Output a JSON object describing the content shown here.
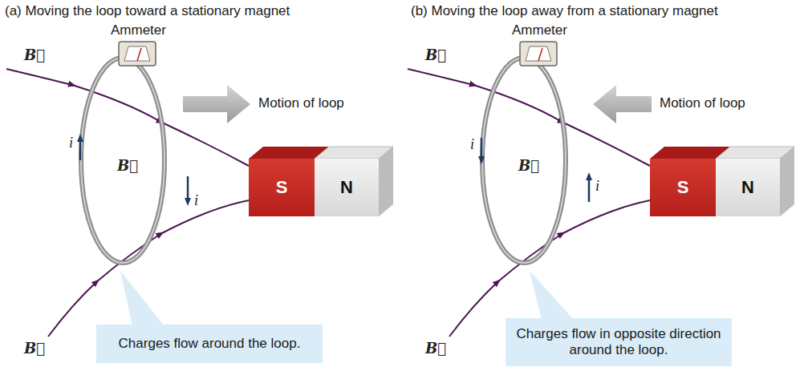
{
  "diagram": {
    "nodes": [
      {
        "text": [
          "S"
        ]
      },
      {
        "text": [
          "N"
        ]
      },
      {
        "text": [
          "Charges flow around the loop."
        ]
      },
      {
        "text": [
          "S"
        ]
      },
      {
        "text": [
          "N"
        ]
      },
      {
        "text": [
          "Charges flow in opposite direction around the loop."
        ]
      }
    ],
    "labels": [
      "(a) Moving the loop toward a stationary magnet",
      "(b) Moving the loop away from a stationary magnet",
      "B⃗",
      "Ammeter",
      "Motion of loop",
      "i",
      "B⃗",
      "i",
      "B⃗",
      "B⃗",
      "Ammeter",
      "Motion of loop",
      "i",
      "B⃗",
      "i",
      "B⃗"
    ]
  }
}
